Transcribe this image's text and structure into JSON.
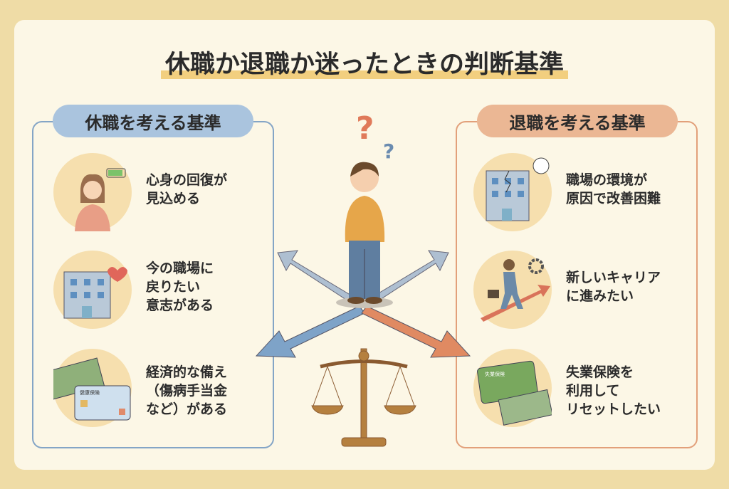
{
  "title": "休職か退職か迷ったときの判断基準",
  "left": {
    "header": "休職を考える基準",
    "items": [
      {
        "text": "心身の回復が\n見込める",
        "icon": "recovering-person-battery-icon"
      },
      {
        "text": "今の職場に\n戻りたい\n意志がある",
        "icon": "office-building-heart-icon"
      },
      {
        "text": "経済的な備え\n（傷病手当金\nなど）がある",
        "icon": "money-insurance-card-icon"
      }
    ]
  },
  "right": {
    "header": "退職を考える基準",
    "items": [
      {
        "text": "職場の環境が\n原因で改善困難",
        "icon": "cracked-office-building-icon"
      },
      {
        "text": "新しいキャリア\nに進みたい",
        "icon": "career-step-up-icon"
      },
      {
        "text": "失業保険を\n利用して\nリセットしたい",
        "icon": "unemployment-insurance-card-icon"
      }
    ]
  },
  "illustration_labels": {
    "health_card": "健康保険",
    "unemployment_card": "失業保険",
    "q1": "?",
    "q2": "?"
  },
  "colors": {
    "left_accent": "#84a5c6",
    "right_accent": "#e2a07a",
    "circle": "#f6dfae"
  }
}
